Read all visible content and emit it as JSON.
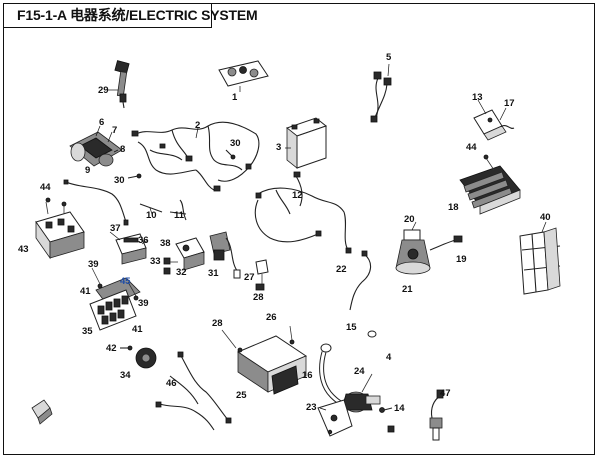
{
  "title": "F15-1-A 电器系统/ELECTRIC SYSTEM",
  "callouts": {
    "c1": "1",
    "c2": "2",
    "c3": "3",
    "c4": "4",
    "c5": "5",
    "c6": "6",
    "c7": "7",
    "c8": "8",
    "c9": "9",
    "c10": "10",
    "c11": "11",
    "c12": "12",
    "c13": "13",
    "c14": "14",
    "c15": "15",
    "c16": "16",
    "c17": "17",
    "c18": "18",
    "c19": "19",
    "c20": "20",
    "c21": "21",
    "c22": "22",
    "c23": "23",
    "c24": "24",
    "c25": "25",
    "c26": "26",
    "c27": "27",
    "c28": "28",
    "c29": "29",
    "c30": "30",
    "c30b": "30",
    "c31": "31",
    "c32": "32",
    "c33": "33",
    "c34": "34",
    "c35": "35",
    "c36": "36",
    "c37": "37",
    "c38": "38",
    "c39": "39",
    "c39b": "39",
    "c40": "40",
    "c41": "41",
    "c41b": "41",
    "c42": "42",
    "c43": "43",
    "c44": "44",
    "c44b": "44",
    "c45": "45",
    "c46": "46",
    "c47": "47"
  },
  "colors": {
    "ink": "#111111",
    "highlight": "#1f4ea8"
  }
}
